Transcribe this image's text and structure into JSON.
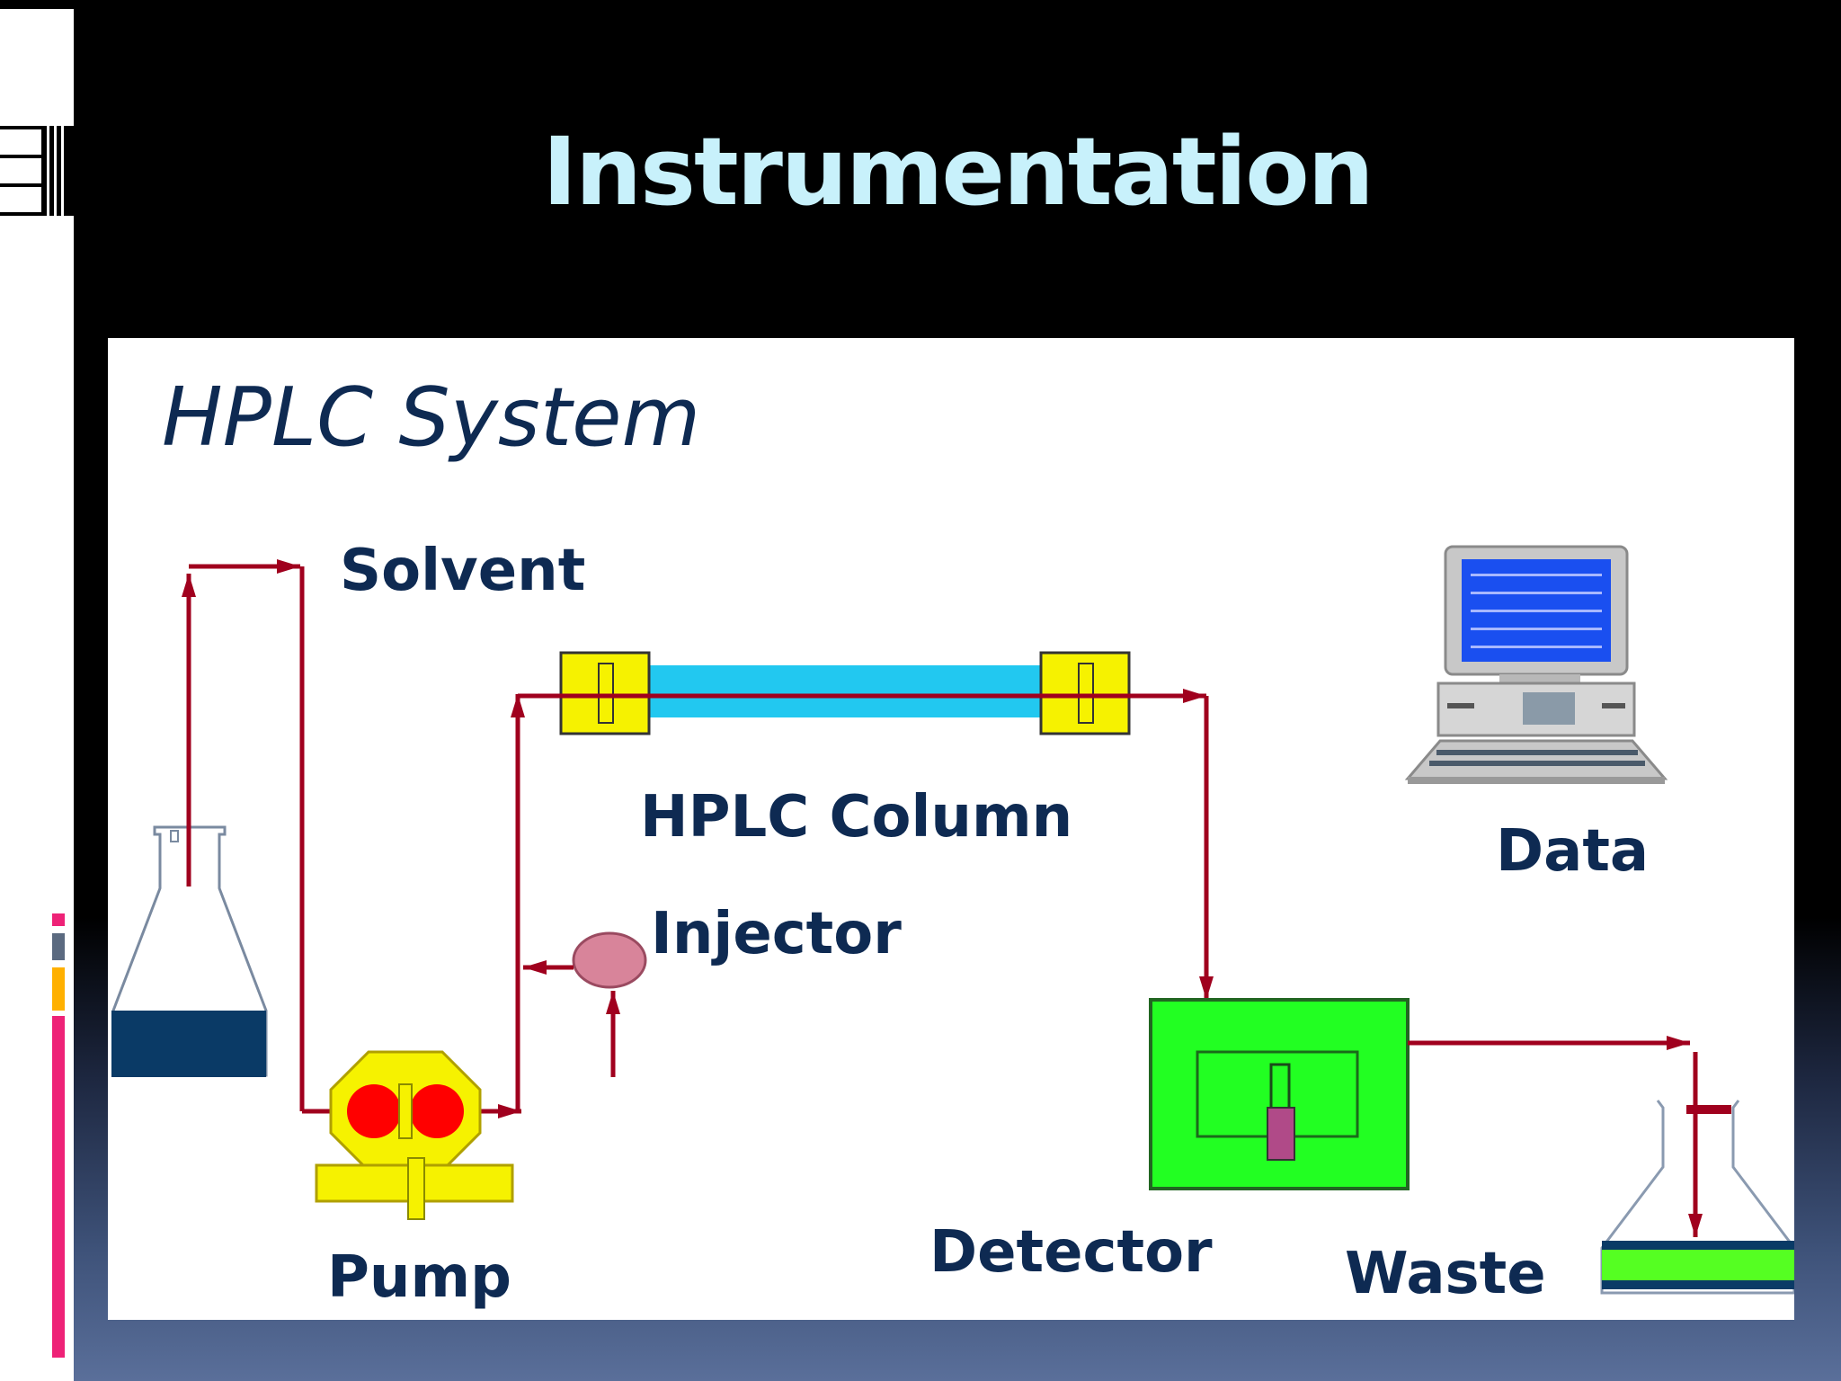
{
  "slide": {
    "title": "Instrumentation"
  },
  "diagram": {
    "heading": "HPLC System",
    "labels": {
      "solvent": "Solvent",
      "hplc_column": "HPLC Column",
      "injector": "Injector",
      "pump": "Pump",
      "data": "Data",
      "detector": "Detector",
      "waste": "Waste"
    }
  },
  "colors": {
    "title_text": "#c8f1fb",
    "label_text": "#0e2a52",
    "flow_line": "#a0001e",
    "column_fill": "#22c8f0",
    "fitting_fill": "#f6f200",
    "detector_fill": "#22ff22",
    "pump_rotor": "#ff0000",
    "solvent_liquid": "#0a3a66",
    "waste_liquid": "#55ff22",
    "injector_fill": "#d8849a",
    "monitor_screen": "#1a4ff0",
    "accent_pink": "#ee2277",
    "accent_orange": "#ffb000"
  },
  "icons": [
    "solvent-flask-icon",
    "pump-icon",
    "injector-icon",
    "hplc-column-icon",
    "computer-icon",
    "detector-icon",
    "waste-flask-icon"
  ]
}
